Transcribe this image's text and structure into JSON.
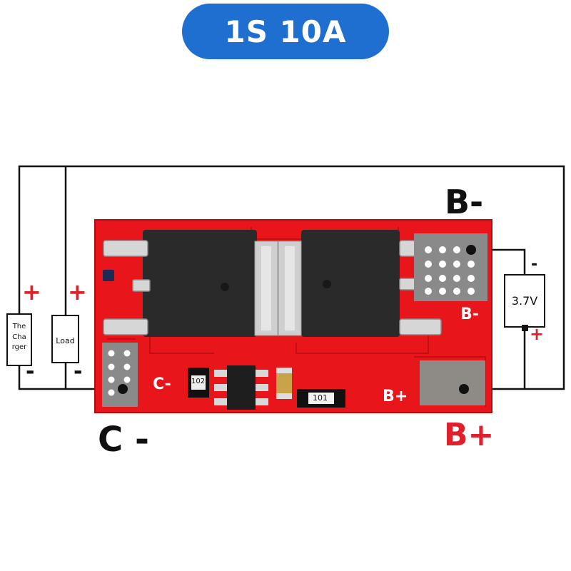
{
  "title": "1S 10A",
  "terminals": {
    "b_minus": "B-",
    "b_plus": "B+",
    "c_minus": "C -"
  },
  "battery": {
    "label": "3.7V",
    "minus": "-",
    "plus": "+"
  },
  "charger": {
    "label_lines": [
      "The",
      "Cha",
      "rger"
    ],
    "plus": "+",
    "minus": "-"
  },
  "load": {
    "label": "Load",
    "plus": "+",
    "minus": "-"
  },
  "board": {
    "silk_c_minus": "C-",
    "silk_b_plus": "B+",
    "silk_b_minus": "B-",
    "resistor_1": "102",
    "resistor_2": "101"
  },
  "colors": {
    "title_bg": "#1f6fd1",
    "pcb_red": "#e8161b",
    "wire": "#111111",
    "plus_red": "#e0202a",
    "mosfet": "#2a2a2a",
    "pad_gray": "#8a8a8a"
  }
}
